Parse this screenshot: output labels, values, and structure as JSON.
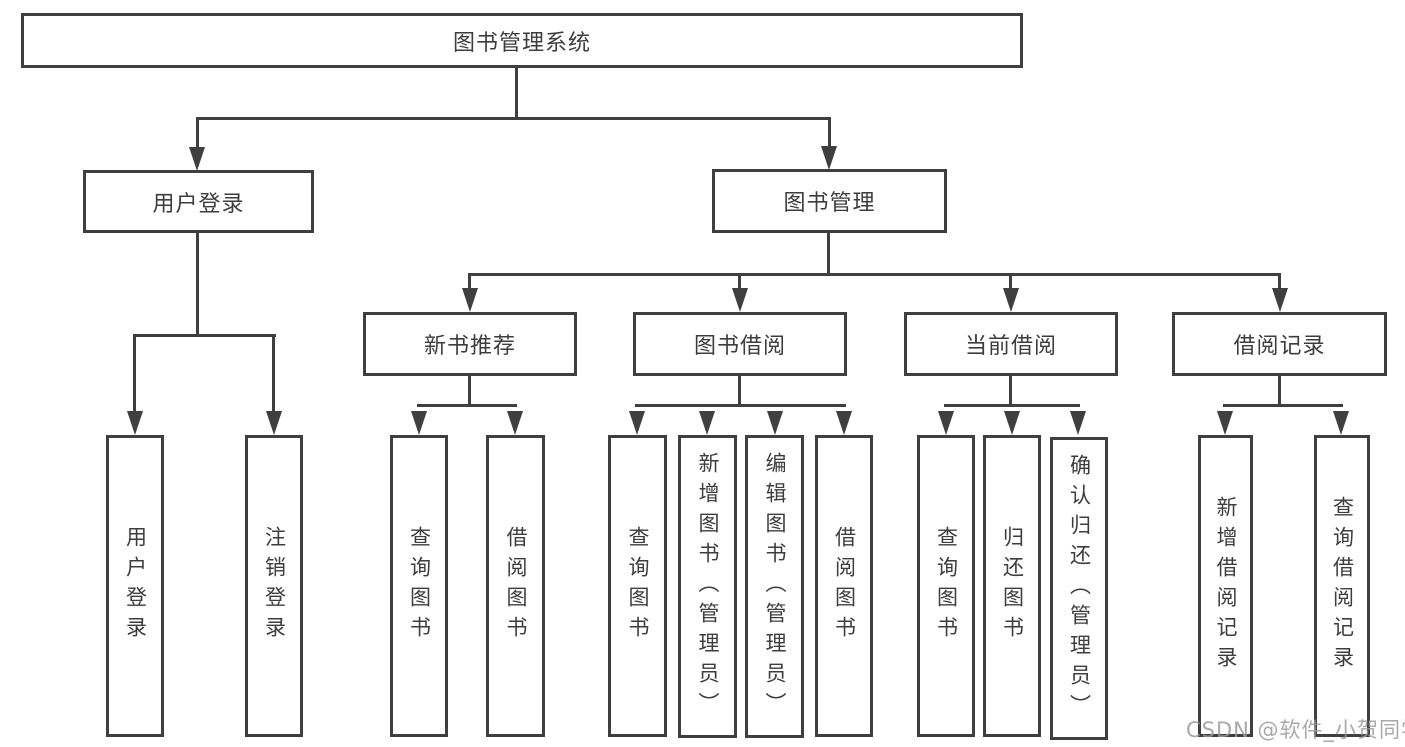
{
  "colors": {
    "line": "#3f3f3f",
    "text": "#3d3d3d",
    "background": "#ffffff",
    "watermark": "#9b9b9b"
  },
  "watermark": {
    "text": "CSDN @软件_小贺同学"
  },
  "diagram": {
    "type": "tree",
    "root": {
      "label": "图书管理系统"
    },
    "level2": [
      {
        "label": "用户登录",
        "children": [
          {
            "label": "用户登录"
          },
          {
            "label": "注销登录"
          }
        ]
      },
      {
        "label": "图书管理",
        "children": [
          {
            "label": "新书推荐",
            "children": [
              {
                "label": "查询图书"
              },
              {
                "label": "借阅图书"
              }
            ]
          },
          {
            "label": "图书借阅",
            "children": [
              {
                "label": "查询图书"
              },
              {
                "label": "新增图书（管理员）"
              },
              {
                "label": "编辑图书（管理员）"
              },
              {
                "label": "借阅图书"
              }
            ]
          },
          {
            "label": "当前借阅",
            "children": [
              {
                "label": "查询图书"
              },
              {
                "label": "归还图书"
              },
              {
                "label": "确认归还（管理员）"
              }
            ]
          },
          {
            "label": "借阅记录",
            "children": [
              {
                "label": "新增借阅记录"
              },
              {
                "label": "查询借阅记录"
              }
            ]
          }
        ]
      }
    ]
  }
}
